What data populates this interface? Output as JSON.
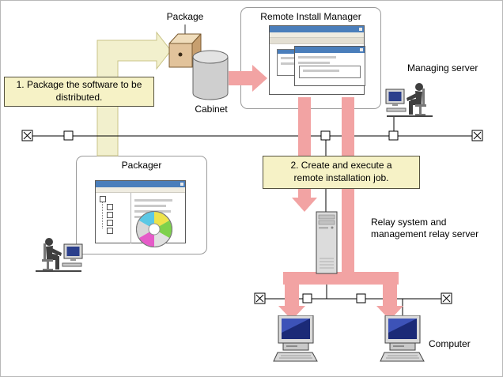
{
  "diagram": {
    "labels": {
      "package": "Package",
      "remote_install_manager": "Remote Install Manager",
      "managing_server": "Managing server",
      "cabinet": "Cabinet",
      "packager": "Packager",
      "relay": "Relay system and management relay server",
      "computer": "Computer"
    },
    "callouts": {
      "step1": "1. Package the software to be distributed.",
      "step2": "2. Create and execute a remote installation job."
    },
    "colors": {
      "callout_bg": "#F6F2C6",
      "flow_arrow_pink": "#F2A3A3",
      "package_flow_arrow": "#F2F0CD",
      "window_titlebar_blue": "#4A7EBB",
      "screen_blue": "#1B2A77",
      "group_box_border": "#9A9A9A"
    },
    "icons": [
      "package-cube-icon",
      "cabinet-cylinder-icon",
      "application-window-icon",
      "cd-disc-icon",
      "person-workstation-icon",
      "server-tower-icon",
      "desktop-computer-icon",
      "network-node-icon",
      "network-terminator-icon"
    ]
  }
}
